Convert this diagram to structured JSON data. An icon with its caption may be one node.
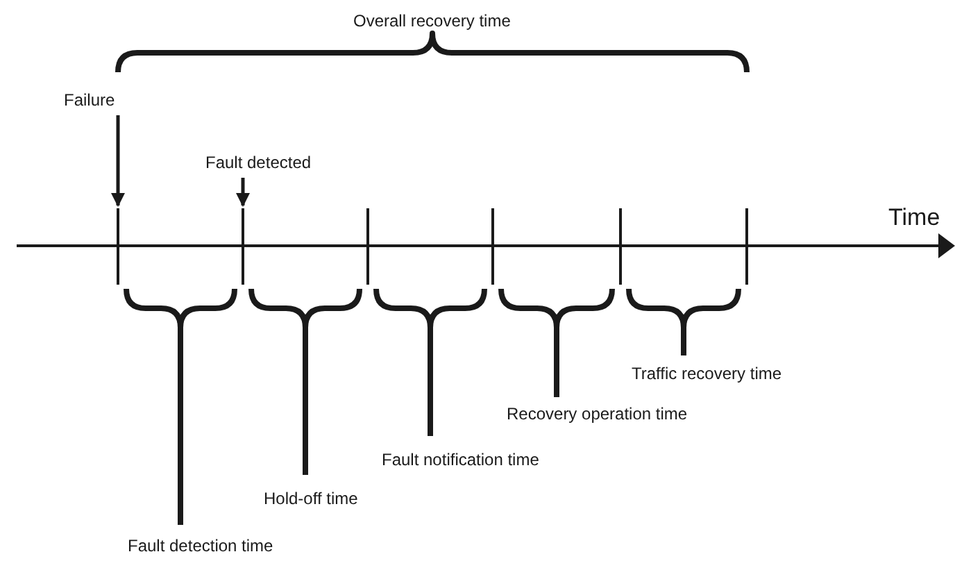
{
  "diagram": {
    "nodes": [
      {
        "text": [
          "Failure"
        ]
      },
      {
        "text": [
          "Fault detected"
        ]
      }
    ],
    "edges": [
      {
        "from": 0,
        "to": null,
        "arrow": "to"
      },
      {
        "from": 1,
        "to": null,
        "arrow": "to"
      }
    ],
    "labels": [
      "Overall recovery time",
      "Time",
      "Fault detection time",
      "Hold-off time",
      "Fault notification time",
      "Recovery operation time",
      "Traffic recovery time"
    ]
  }
}
